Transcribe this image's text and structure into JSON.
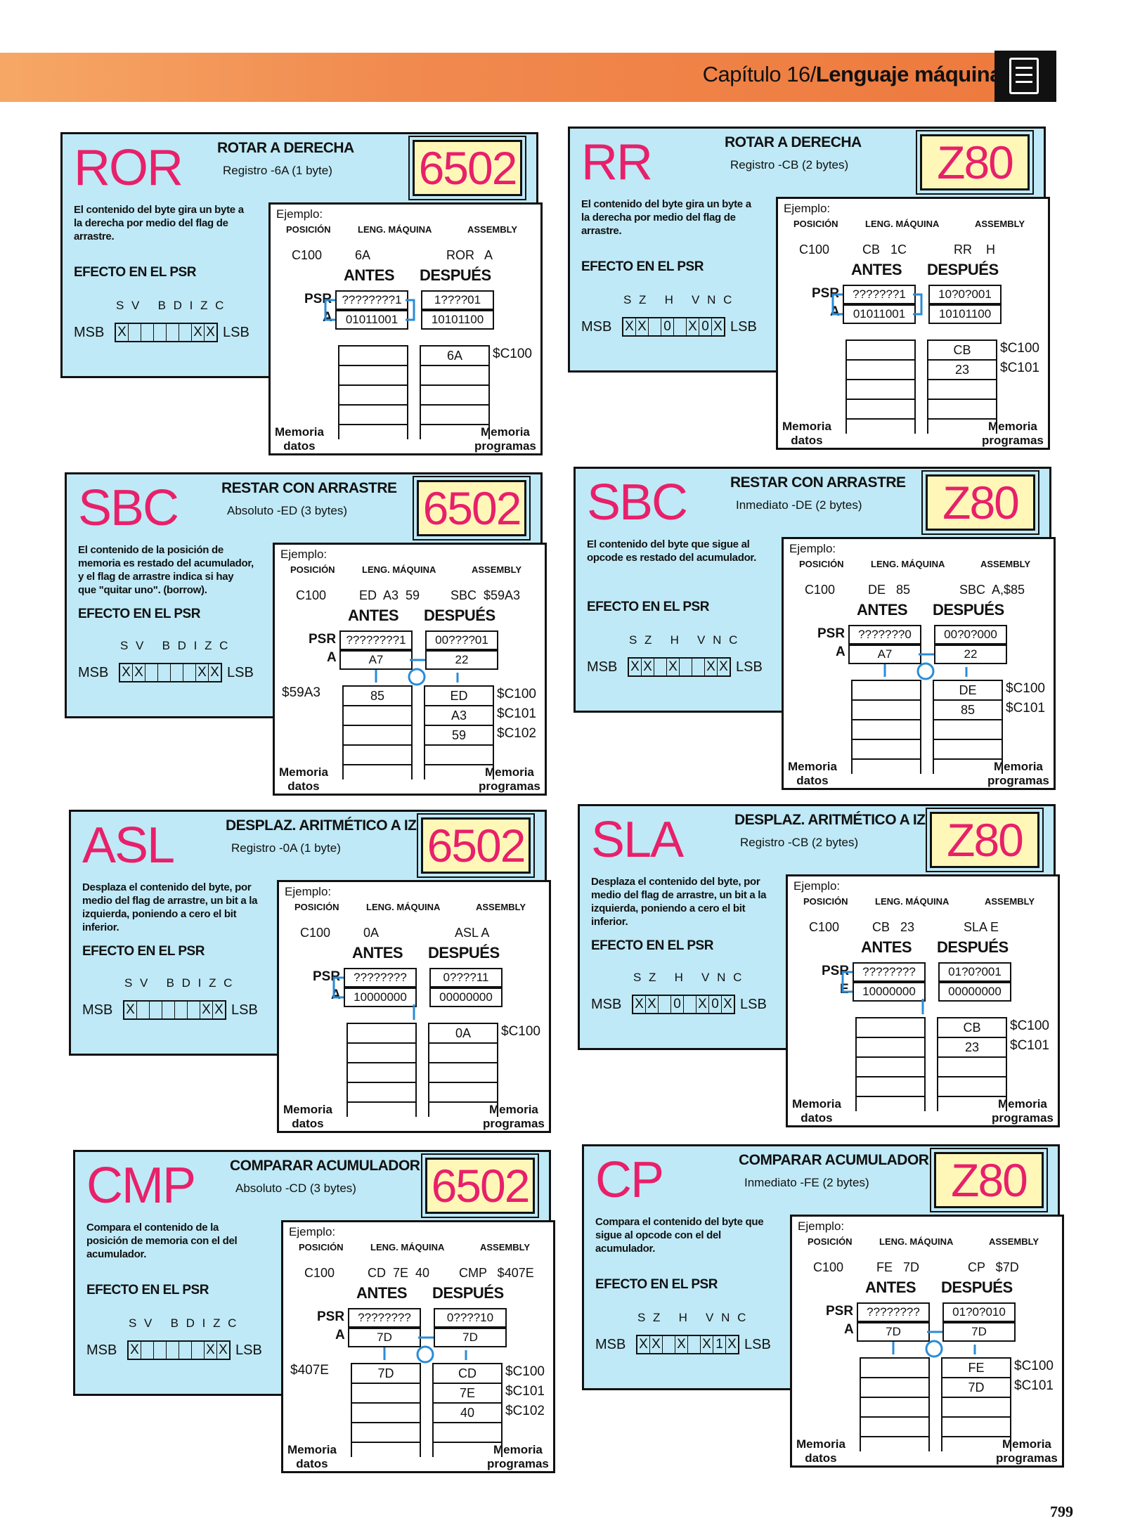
{
  "header": {
    "chapter": "Capítulo 16/",
    "title": "Lenguaje máquina"
  },
  "labels": {
    "example": "Ejemplo:",
    "position": "POSICIÓN",
    "machine": "LENG. MÁQUINA",
    "assembly": "ASSEMBLY",
    "before": "ANTES",
    "after": "DESPUÉS",
    "psr": "PSR",
    "psr_effect": "EFECTO EN EL PSR",
    "msb": "MSB",
    "lsb": "LSB",
    "mem_data_1": "Memoria",
    "mem_data_2": "datos",
    "mem_prog_1": "Memoria",
    "mem_prog_2": "programas"
  },
  "cards": [
    {
      "mnemonic": "ROR",
      "title": "ROTAR A DERECHA",
      "mode": "Registro -6A (1 byte)",
      "cpu": "6502",
      "desc": "El contenido del byte gira un byte a la derecha por medio del flag de arrastre.",
      "flags": "S V   B D I Z C",
      "cells": [
        "X",
        "",
        "",
        "",
        "",
        "",
        "X",
        "X"
      ],
      "pos": "C100",
      "code": "6A",
      "asm": "ROR   A",
      "reg": "A",
      "psr_before": "????????1",
      "psr_after": "1????01",
      "reg_before": "01011001",
      "reg_after": "10101100",
      "data_cells": [],
      "data_addr": "",
      "prog_cells": [
        "6A"
      ],
      "prog_addrs": [
        "$C100"
      ]
    },
    {
      "mnemonic": "RR",
      "title": "ROTAR A DERECHA",
      "mode": "Registro -CB (2 bytes)",
      "cpu": "Z80",
      "desc": "El contenido del byte gira un byte a la derecha por medio del flag de arrastre.",
      "flags": "S Z   H   V N C",
      "cells": [
        "X",
        "X",
        "",
        "0",
        "",
        "X",
        "0",
        "X"
      ],
      "pos": "C100",
      "code": "CB   1C",
      "asm": "RR    H",
      "reg": "A",
      "psr_before": "???????1",
      "psr_after": "10?0?001",
      "reg_before": "01011001",
      "reg_after": "10101100",
      "data_cells": [],
      "data_addr": "",
      "prog_cells": [
        "CB",
        "23"
      ],
      "prog_addrs": [
        "$C100",
        "$C101"
      ]
    },
    {
      "mnemonic": "SBC",
      "title": "RESTAR CON ARRASTRE",
      "mode": "Absoluto -ED (3 bytes)",
      "cpu": "6502",
      "desc": "El contenido de la posición de memoria es restado del acumulador, y el flag de arrastre indica si hay que \"quitar uno\". (borrow).",
      "flags": "S V   B D I Z C",
      "cells": [
        "X",
        "X",
        "",
        "",
        "",
        "",
        "X",
        "X"
      ],
      "pos": "C100",
      "code": "ED  A3  59",
      "asm": "SBC  $59A3",
      "reg": "A",
      "psr_before": "????????1",
      "psr_after": "00????01",
      "reg_before": "A7",
      "reg_after": "22",
      "data_cells": [
        "85"
      ],
      "data_addr": "$59A3",
      "prog_cells": [
        "ED",
        "A3",
        "59"
      ],
      "prog_addrs": [
        "$C100",
        "$C101",
        "$C102"
      ]
    },
    {
      "mnemonic": "SBC",
      "title": "RESTAR CON ARRASTRE",
      "mode": "Inmediato -DE (2 bytes)",
      "cpu": "Z80",
      "desc": "El contenido del byte que sigue al opcode es restado del acumulador.",
      "flags": "S Z   H   V N C",
      "cells": [
        "X",
        "X",
        "",
        "X",
        "",
        "",
        "X",
        "X"
      ],
      "pos": "C100",
      "code": "DE   85",
      "asm": "SBC  A,$85",
      "reg": "A",
      "psr_before": "???????0",
      "psr_after": "00?0?000",
      "reg_before": "A7",
      "reg_after": "22",
      "data_cells": [],
      "data_addr": "",
      "prog_cells": [
        "DE",
        "85"
      ],
      "prog_addrs": [
        "$C100",
        "$C101"
      ]
    },
    {
      "mnemonic": "ASL",
      "title": "DESPLAZ. ARITMÉTICO A IZQ.",
      "mode": "Registro -0A (1 byte)",
      "cpu": "6502",
      "desc": "Desplaza el contenido del byte, por medio del flag de arrastre, un bit a la izquierda, poniendo a cero el bit inferior.",
      "flags": "S V   B D I Z C",
      "cells": [
        "X",
        "",
        "",
        "",
        "",
        "",
        "X",
        "X"
      ],
      "pos": "C100",
      "code": "0A",
      "asm": "ASL A",
      "reg": "A",
      "psr_before": "????????",
      "psr_after": "0????11",
      "reg_before": "10000000",
      "reg_after": "00000000",
      "data_cells": [],
      "data_addr": "",
      "prog_cells": [
        "0A"
      ],
      "prog_addrs": [
        "$C100"
      ]
    },
    {
      "mnemonic": "SLA",
      "title": "DESPLAZ. ARITMÉTICO A IZQ.",
      "mode": "Registro -CB (2 bytes)",
      "cpu": "Z80",
      "desc": "Desplaza el contenido del byte, por medio del flag de arrastre, un bit a la izquierda, poniendo a cero el bit inferior.",
      "flags": "S Z   H   V N C",
      "cells": [
        "X",
        "X",
        "",
        "0",
        "",
        "X",
        "0",
        "X"
      ],
      "pos": "C100",
      "code": "CB   23",
      "asm": "SLA E",
      "reg": "E",
      "psr_before": "????????",
      "psr_after": "01?0?001",
      "reg_before": "10000000",
      "reg_after": "00000000",
      "data_cells": [],
      "data_addr": "",
      "prog_cells": [
        "CB",
        "23"
      ],
      "prog_addrs": [
        "$C100",
        "$C101"
      ]
    },
    {
      "mnemonic": "CMP",
      "title": "COMPARAR ACUMULADOR",
      "mode": "Absoluto -CD (3 bytes)",
      "cpu": "6502",
      "desc": "Compara el contenido de la posición de memoria con el del acumulador.",
      "flags": "S V   B D I Z C",
      "cells": [
        "X",
        "",
        "",
        "",
        "",
        "",
        "X",
        "X"
      ],
      "pos": "C100",
      "code": "CD  7E  40",
      "asm": "CMP   $407E",
      "reg": "A",
      "psr_before": "????????",
      "psr_after": "0????10",
      "reg_before": "7D",
      "reg_after": "7D",
      "data_cells": [
        "7D"
      ],
      "data_addr": "$407E",
      "prog_cells": [
        "CD",
        "7E",
        "40"
      ],
      "prog_addrs": [
        "$C100",
        "$C101",
        "$C102"
      ]
    },
    {
      "mnemonic": "CP",
      "title": "COMPARAR ACUMULADOR",
      "mode": "Inmediato -FE (2 bytes)",
      "cpu": "Z80",
      "desc": "Compara el contenido del byte que sigue al opcode con el del acumulador.",
      "flags": "S Z   H   V N C",
      "cells": [
        "X",
        "X",
        "",
        "X",
        "",
        "X",
        "1",
        "X"
      ],
      "pos": "C100",
      "code": "FE   7D",
      "asm": "CP   $7D",
      "reg": "A",
      "psr_before": "????????",
      "psr_after": "01?0?010",
      "reg_before": "7D",
      "reg_after": "7D",
      "data_cells": [],
      "data_addr": "",
      "prog_cells": [
        "FE",
        "7D"
      ],
      "prog_addrs": [
        "$C100",
        "$C101"
      ]
    }
  ],
  "page_number": "799"
}
